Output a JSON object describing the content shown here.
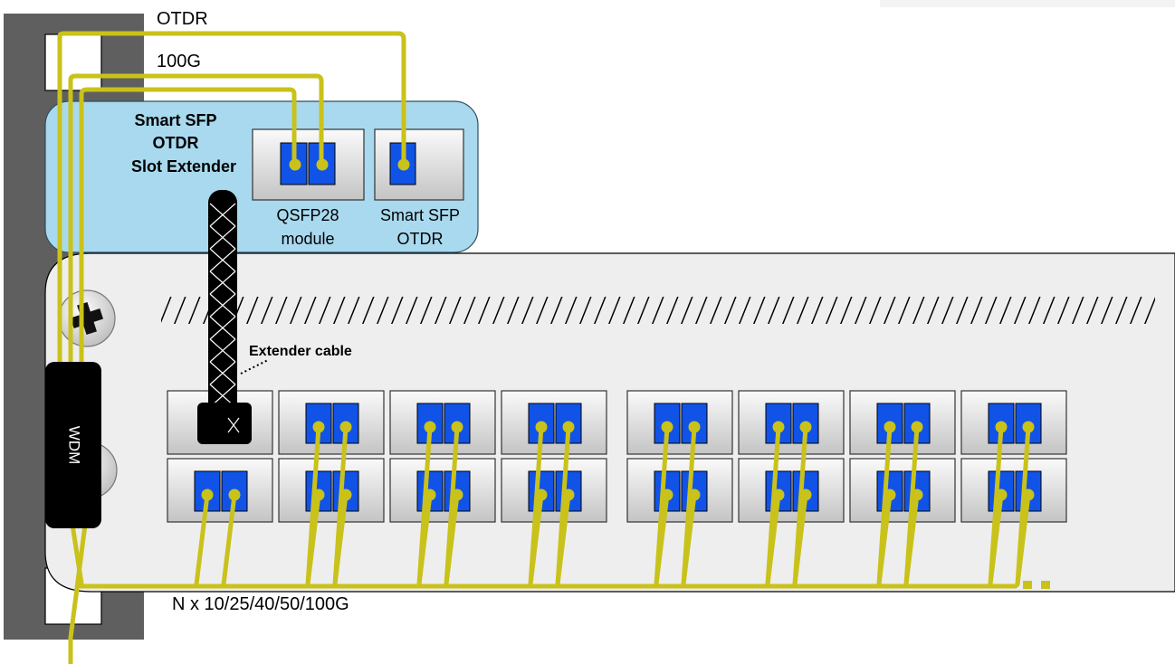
{
  "labels": {
    "otdr_top": "OTDR",
    "g100": "100G",
    "extender_title_1": "Smart SFP",
    "extender_title_2": "OTDR",
    "extender_title_3": "Slot Extender",
    "qsfp_1": "QSFP28",
    "qsfp_2": "module",
    "smart_1": "Smart SFP",
    "smart_2": "OTDR",
    "extender_cable": "Extender cable",
    "wdm": "WDM",
    "bottom_bus": "N x 10/25/40/50/100G"
  },
  "switch_ports": {
    "columns": 8,
    "rows": 2,
    "top_row_first_port": "extender-plug",
    "bottom_row_first_port": "duplex"
  },
  "colors": {
    "fiber": "#c9c21a",
    "port_blue": "#1153e6",
    "extender_panel": "#a9d9ee",
    "rack_rail": "#5f5f5f",
    "switch_body": "#eeeeee",
    "cable": "#000000"
  }
}
